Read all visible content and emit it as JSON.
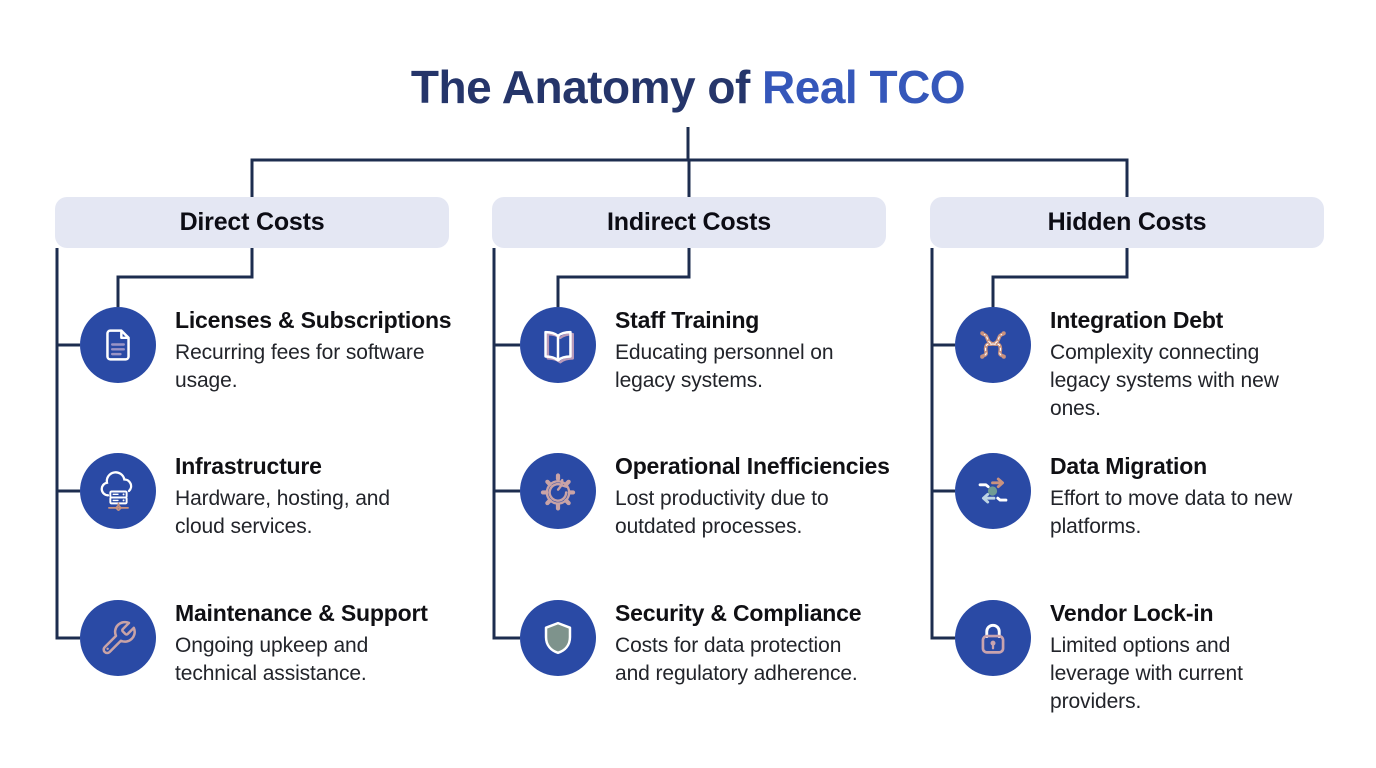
{
  "title": {
    "prefix": "The Anatomy of",
    "highlight": "Real TCO"
  },
  "columns": [
    {
      "header": "Direct Costs",
      "items": [
        {
          "icon": "document-icon",
          "title": "Licenses & Subscriptions",
          "desc": "Recurring fees for software\nusage."
        },
        {
          "icon": "cloud-server-icon",
          "title": "Infrastructure",
          "desc": "Hardware, hosting, and\ncloud services."
        },
        {
          "icon": "wrench-icon",
          "title": "Maintenance & Support",
          "desc": "Ongoing upkeep and\ntechnical assistance."
        }
      ]
    },
    {
      "header": "Indirect Costs",
      "items": [
        {
          "icon": "open-book-icon",
          "title": "Staff Training",
          "desc": "Educating personnel on\nlegacy systems."
        },
        {
          "icon": "gear-sync-icon",
          "title": "Operational Inefficiencies",
          "desc": "Lost productivity due to\noutdated processes."
        },
        {
          "icon": "shield-icon",
          "title": "Security & Compliance",
          "desc": "Costs for data protection\nand regulatory adherence."
        }
      ]
    },
    {
      "header": "Hidden Costs",
      "items": [
        {
          "icon": "tangled-cables-icon",
          "title": "Integration Debt",
          "desc": "Complexity connecting\nlegacy systems with new\nones."
        },
        {
          "icon": "data-migration-icon",
          "title": "Data Migration",
          "desc": "Effort to move data to new\nplatforms."
        },
        {
          "icon": "lock-icon",
          "title": "Vendor Lock-in",
          "desc": "Limited options and\nleverage with current\nproviders."
        }
      ]
    }
  ],
  "colors": {
    "title_navy": "#25356a",
    "title_blue": "#3557ba",
    "connector_navy": "#1d2d4f",
    "icon_circle_blue": "#2a4aa5",
    "header_pill_bg": "#e4e7f3",
    "icon_white": "#ffffff",
    "icon_lavender": "#9a94c6",
    "icon_pink": "#c9a3a6",
    "icon_salmon": "#c9927e",
    "icon_sage": "#7e938c",
    "icon_light_blue": "#bcd3e4"
  }
}
